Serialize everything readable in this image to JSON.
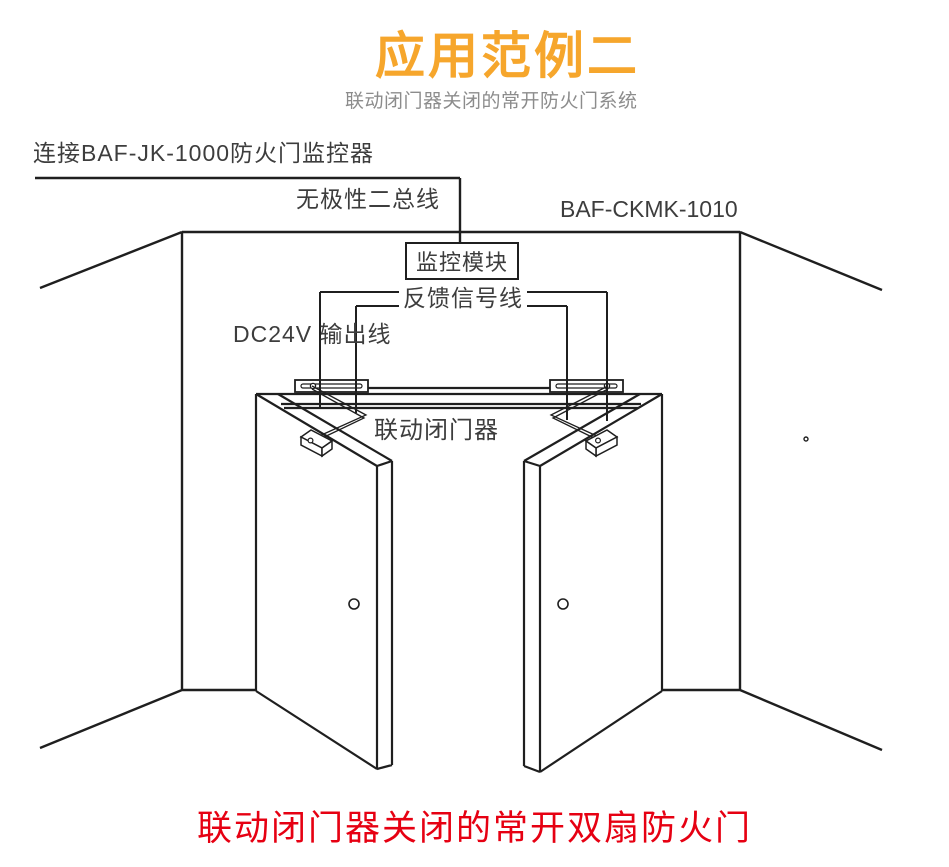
{
  "header": {
    "title": "应用范例二",
    "subtitle": "联动闭门器关闭的常开防火门系统"
  },
  "labels": {
    "monitor_connection": "连接BAF-JK-1000防火门监控器",
    "bus_line": "无极性二总线",
    "product_model": "BAF-CKMK-1010",
    "monitor_module": "监控模块",
    "feedback_signal_line": "反馈信号线",
    "dc24v_output_line": "DC24V 输出线",
    "linked_door_closer": "联动闭门器"
  },
  "caption": "联动闭门器关闭的常开双扇防火门",
  "colors": {
    "title_orange": "#F6A62C",
    "caption_red": "#E60012",
    "line_black": "#1F1F1F",
    "label_gray": "#3D3D3D",
    "subtitle_gray": "#8C8C8C"
  }
}
